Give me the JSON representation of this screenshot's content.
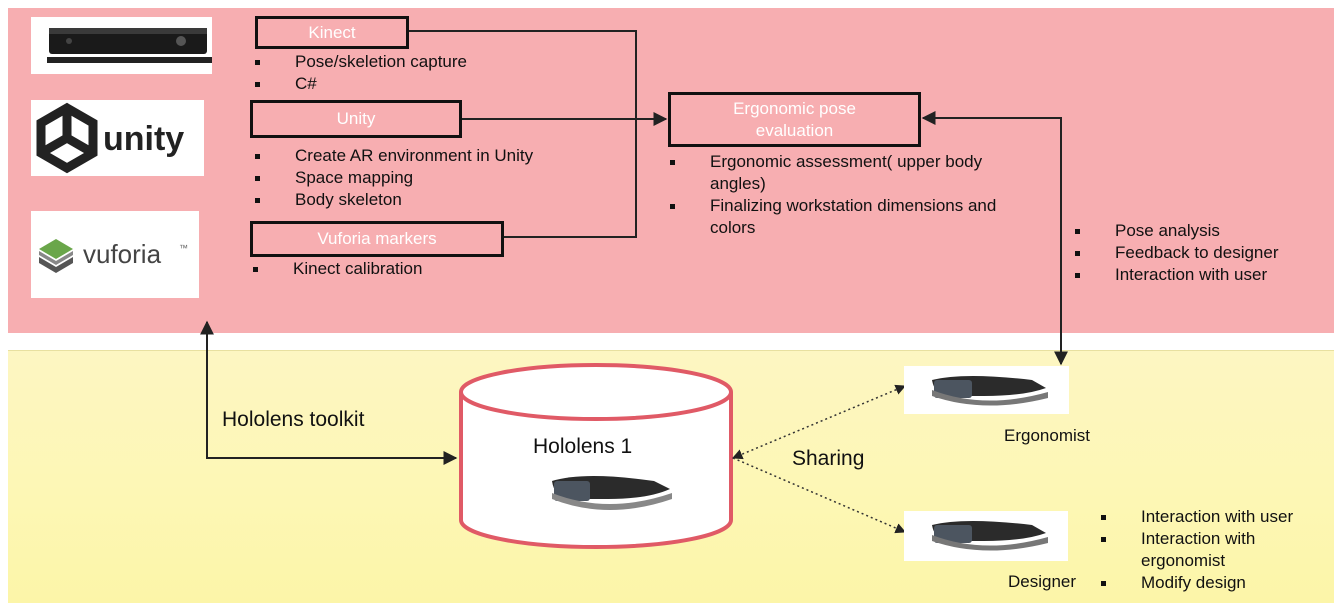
{
  "boxes": {
    "kinect": "Kinect",
    "unity": "Unity",
    "vuforia": "Vuforia markers",
    "ergonomic_line1": "Ergonomic pose",
    "ergonomic_line2": "evaluation"
  },
  "kinect_bullets": [
    "Pose/skeletion capture",
    "C#"
  ],
  "unity_bullets": [
    "Create AR environment in Unity",
    "Space mapping",
    "Body skeleton"
  ],
  "vuforia_bullets": [
    "Kinect calibration"
  ],
  "ergonomic_bullets": [
    "Ergonomic assessment( upper body angles)",
    "Finalizing workstation dimensions and colors"
  ],
  "ergonomist_bullets": [
    "Pose analysis",
    "Feedback to designer",
    "Interaction with user"
  ],
  "designer_bullets": [
    "Interaction with user",
    "Interaction with ergonomist",
    "Modify design"
  ],
  "logos": {
    "unity": "unity",
    "vuforia": "vuforia",
    "vuforia_tm": "™"
  },
  "labels": {
    "toolkit": "Hololens toolkit",
    "hololens": "Hololens 1",
    "sharing": "Sharing",
    "ergonomist": "Ergonomist",
    "designer": "Designer"
  },
  "colors": {
    "top_band": "#f7aeb1",
    "bottom_band": "#fdf7b4",
    "cylinder_stroke": "#e05a66"
  }
}
